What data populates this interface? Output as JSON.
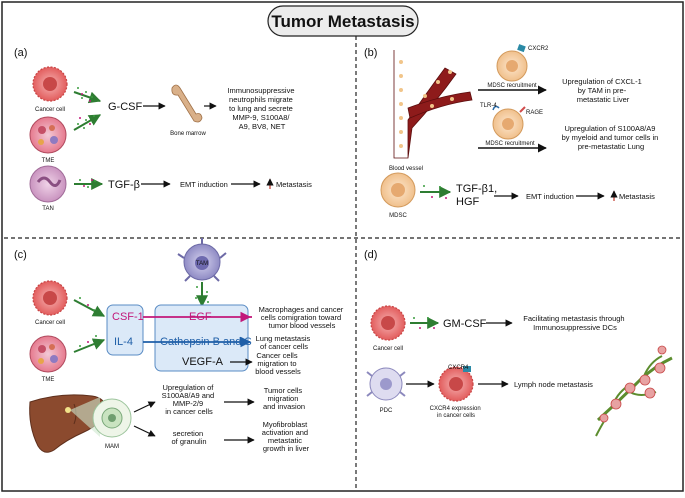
{
  "title": "Tumor Metastasis",
  "panels": {
    "a": {
      "label": "(a)",
      "cancer_cell": "Cancer cell",
      "tme": "TME",
      "tan": "TAN",
      "gcsf": "G-CSF",
      "bone_marrow": "Bone marrow",
      "neutrophils_text": [
        "Immunosuppressive",
        "neutrophils migrate",
        "to lung and secrete",
        "MMP-9, S100A8/",
        "A9, BV8, NET"
      ],
      "tgfb": "TGF-β",
      "emt": "EMT induction",
      "metastasis": "Metastasis"
    },
    "b": {
      "label": "(b)",
      "blood_vessel": "Blood vessel",
      "cxcr2": "CXCR2",
      "mdsc_recruitment_1": "MDSC recruitment",
      "cxcl1_text": [
        "Upregulation of CXCL-1",
        "by TAM in pre-",
        "metastatic Liver"
      ],
      "tlr4": "TLR-4",
      "rage": "RAGE",
      "mdsc_recruitment_2": "MDSC recruitment",
      "s100_text": [
        "Upregulation of S100A8/A9",
        "by myeloid and tumor cells in",
        "pre-metastatic Lung"
      ],
      "mdsc": "MDSC",
      "tgfb1": "TGF-β1,",
      "hgf": "HGF",
      "emt": "EMT induction",
      "metastasis": "Metastasis"
    },
    "c": {
      "label": "(c)",
      "tam": "TAM",
      "cancer_cell": "Cancer cell",
      "tme": "TME",
      "csf1": "CSF-1",
      "il4": "IL-4",
      "egf": "EGF",
      "cathepsin": "Cathepsin B and S",
      "vegfa": "VEGF-A",
      "macrophages_text": [
        "Macrophages and cancer",
        "cells comigration toward",
        "tumor blood vessels"
      ],
      "lung_text": [
        "Lung metastasis",
        "of cancer cells"
      ],
      "migration_text": [
        "Cancer cells",
        "migration to",
        "blood vessels"
      ],
      "mam": "MAM",
      "upreg_text": [
        "Upregulation of",
        "S100A8/A9 and",
        "MMP-2/9",
        "in cancer cells"
      ],
      "tumor_text": [
        "Tumor cells",
        "migration",
        "and invasion"
      ],
      "granulin_text": [
        "secretion",
        "of granulin"
      ],
      "myofib_text": [
        "Myofibroblast",
        "activation and",
        "metastatic",
        "growth in liver"
      ]
    },
    "d": {
      "label": "(d)",
      "cancer_cell": "Cancer cell",
      "gmcsf": "GM-CSF",
      "facilitating_text": [
        "Facilitating metastasis through",
        "Immunosuppressive DCs"
      ],
      "pdc": "PDC",
      "cxcr4": "CXCR4",
      "cxcr4_expr_text": [
        "CXCR4 expression",
        "in cancer cells"
      ],
      "lymph": "Lymph node metastasis"
    }
  },
  "colors": {
    "cancer": "#e36b6b",
    "tan": "#d9a3c6",
    "arrow_green": "#2e7d32",
    "csf1": "#c2187a",
    "il4_cathepsin": "#1f5fa8",
    "box_fill": "#dbe9f8",
    "liver": "#8b4a2e"
  }
}
